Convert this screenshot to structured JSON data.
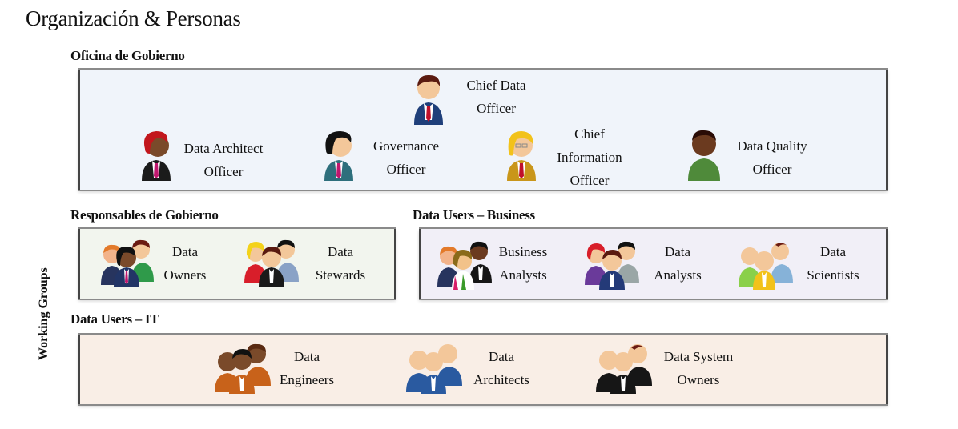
{
  "title": "Organización & Personas",
  "side_label": "Working Groups",
  "sections": {
    "gobierno": "Oficina de Gobierno",
    "responsables": "Responsables de Gobierno",
    "business": "Data Users – Business",
    "it": "Data Users – IT"
  },
  "roles": {
    "cdo": {
      "line1": "Chief Data",
      "line2": "Officer"
    },
    "dao": {
      "line1": "Data Architect",
      "line2": "Officer"
    },
    "gov": {
      "line1": "Governance",
      "line2": "Officer"
    },
    "cio": {
      "line1": "Chief",
      "line2": "Information",
      "line3": "Officer"
    },
    "dqo": {
      "line1": "Data Quality",
      "line2": "Officer"
    },
    "owners": {
      "line1": "Data",
      "line2": "Owners"
    },
    "stewards": {
      "line1": "Data",
      "line2": "Stewards"
    },
    "business_analysts": {
      "line1": "Business",
      "line2": "Analysts"
    },
    "data_analysts": {
      "line1": "Data",
      "line2": "Analysts"
    },
    "scientists": {
      "line1": "Data",
      "line2": "Scientists"
    },
    "engineers": {
      "line1": "Data",
      "line2": "Engineers"
    },
    "architects": {
      "line1": "Data",
      "line2": "Architects"
    },
    "system_owners": {
      "line1": "Data System",
      "line2": "Owners"
    }
  },
  "colors": {
    "panel_gobierno": "#f0f4fa",
    "panel_responsables": "#f2f5ee",
    "panel_business": "#f1eff7",
    "panel_it": "#f9eee6"
  }
}
